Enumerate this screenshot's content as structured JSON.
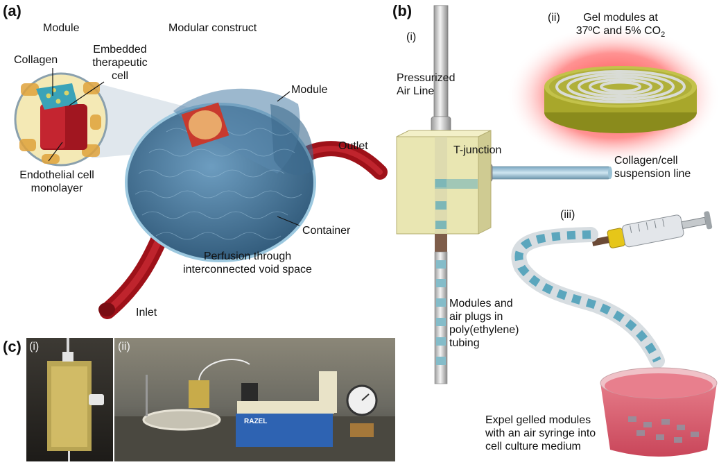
{
  "panel_a": {
    "label": "(a)",
    "module_title": "Module",
    "construct_title": "Modular construct",
    "collagen": "Collagen",
    "embedded": [
      "Embedded",
      "therapeutic",
      "cell"
    ],
    "endothelial": [
      "Endothelial cell",
      "monolayer"
    ],
    "module": "Module",
    "outlet": "Outlet",
    "container": "Container",
    "perfusion": [
      "Perfusion through",
      "interconnected void space"
    ],
    "inlet": "Inlet"
  },
  "panel_b": {
    "label": "(b)",
    "i": "(i)",
    "pressurized": [
      "Pressurized",
      "Air Line"
    ],
    "ii": "(ii)",
    "gel": [
      "Gel modules at",
      "37ºC and 5% CO",
      "2"
    ],
    "tjunction": "T-junction",
    "suspension": [
      "Collagen/cell",
      "suspension line"
    ],
    "iii": "(iii)",
    "tubing": [
      "Modules and",
      "air plugs in",
      "poly(ethylene)",
      "tubing"
    ],
    "expel": [
      "Expel gelled modules",
      "with an air syringe into",
      "cell culture medium"
    ]
  },
  "panel_c": {
    "label": "(c)",
    "i": "(i)",
    "ii": "(ii)",
    "pump_text": "RAZEL"
  },
  "colors": {
    "module_blue": "#3f6f93",
    "vessel_red": "#b3141c",
    "block_yellow": "#eae7b6",
    "glow_red": "#ff2a2a",
    "medium_pink": "#d95d6e",
    "gel_blue": "#5aa7bf"
  }
}
